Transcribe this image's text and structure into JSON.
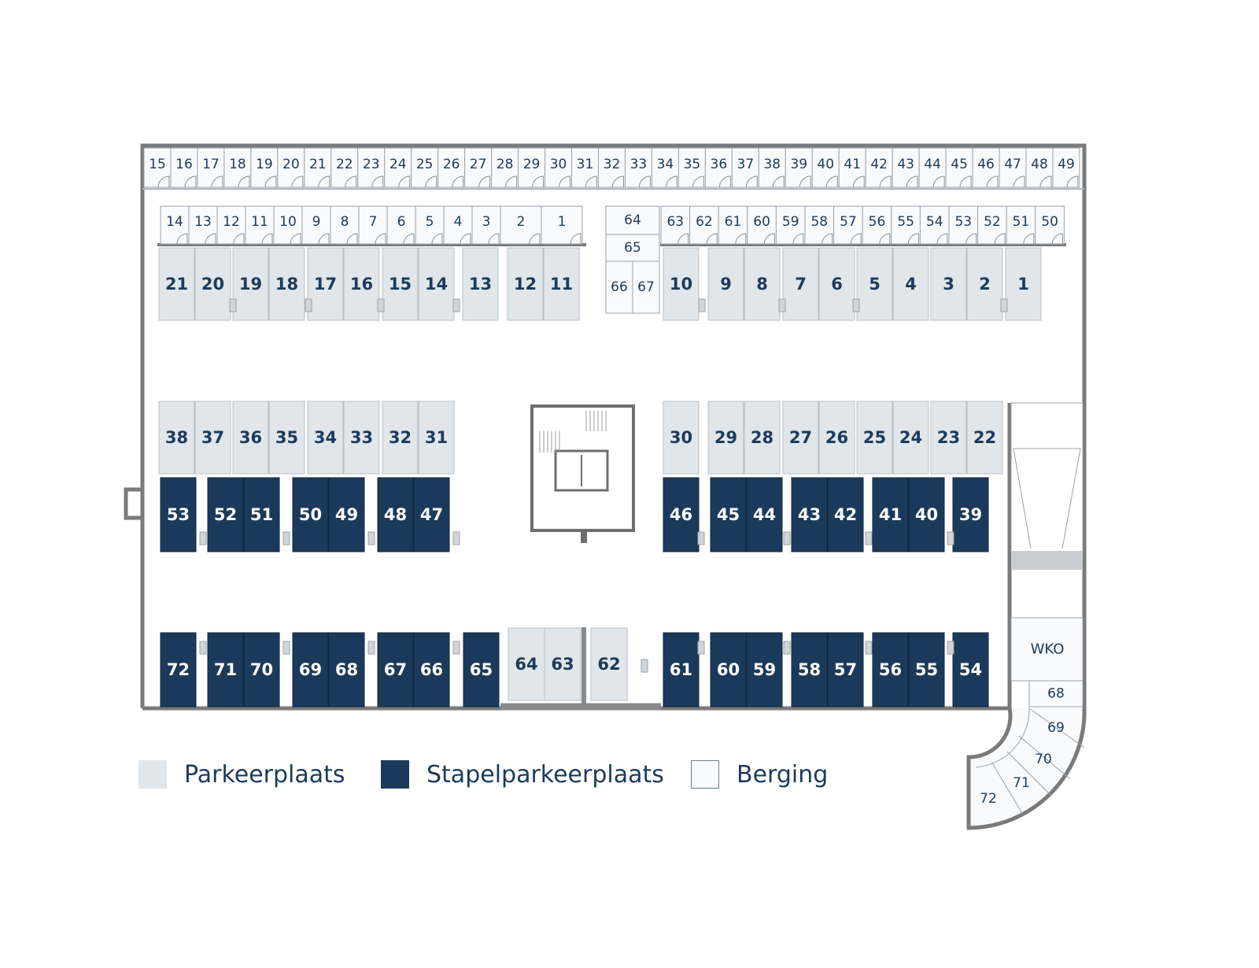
{
  "colors": {
    "parking": "#e0e6ea",
    "stack": "#1b3a5b",
    "storage": "#f9fafb",
    "wall": "#7a7a7a",
    "text_dark": "#1c3a5c",
    "text_light": "#ffffff"
  },
  "legend": [
    {
      "label": "Parkeerplaats",
      "color": "#e0e6ea"
    },
    {
      "label": "Stapelparkeerplaats",
      "color": "#1b3a5b"
    },
    {
      "label": "Berging",
      "color": "#f9fafb"
    }
  ],
  "storage": {
    "top_row": [
      "15",
      "16",
      "17",
      "18",
      "19",
      "20",
      "21",
      "22",
      "23",
      "24",
      "25",
      "26",
      "27",
      "28",
      "29",
      "30",
      "31",
      "32",
      "33",
      "34",
      "35",
      "36",
      "37",
      "38",
      "39",
      "40",
      "41",
      "42",
      "43",
      "44",
      "45",
      "46",
      "47",
      "48",
      "49"
    ],
    "second_row_left": [
      "14",
      "13",
      "12",
      "11",
      "10",
      "9",
      "8",
      "7",
      "6",
      "5",
      "4",
      "3",
      "2",
      "1"
    ],
    "middle_cluster": [
      "64",
      "65",
      "66",
      "67"
    ],
    "second_row_right": [
      "63",
      "62",
      "61",
      "60",
      "59",
      "58",
      "57",
      "56",
      "55",
      "54",
      "53",
      "52",
      "51",
      "50"
    ],
    "right_column": [
      "68"
    ],
    "curved": [
      "69",
      "70",
      "71",
      "72"
    ]
  },
  "wko_label": "WKO",
  "parking": {
    "row1": [
      "21",
      "20",
      "19",
      "18",
      "17",
      "16",
      "15",
      "14",
      "13",
      "12",
      "11",
      "10",
      "9",
      "8",
      "7",
      "6",
      "5",
      "4",
      "3",
      "2",
      "1"
    ],
    "row2": [
      "38",
      "37",
      "36",
      "35",
      "34",
      "33",
      "32",
      "31",
      "30",
      "29",
      "28",
      "27",
      "26",
      "25",
      "24",
      "23",
      "22"
    ],
    "row3_stack": [
      "53",
      "52",
      "51",
      "50",
      "49",
      "48",
      "47",
      "46",
      "45",
      "44",
      "43",
      "42",
      "41",
      "40",
      "39"
    ],
    "row4_stack_left": [
      "72",
      "71",
      "70",
      "69",
      "68",
      "67",
      "66",
      "65"
    ],
    "row4_parking": [
      "64",
      "63",
      "62"
    ],
    "row4_stack_right": [
      "61",
      "60",
      "59",
      "58",
      "57",
      "56",
      "55",
      "54"
    ]
  }
}
